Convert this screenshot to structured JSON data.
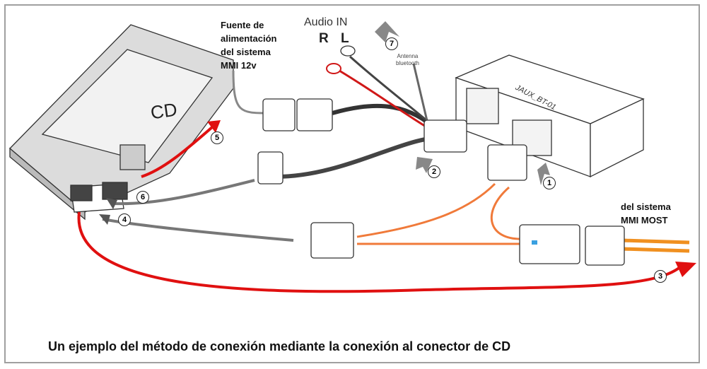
{
  "labels": {
    "power_source": [
      "Fuente de",
      "alimentación",
      "del sistema",
      "MMI 12v"
    ],
    "audio_in": "Audio IN",
    "audio_r": "R",
    "audio_l": "L",
    "antenna": [
      "Antenna",
      "bluetooth"
    ],
    "cd_unit": "CD",
    "module": "JAUX_BT-01",
    "mmi_most": [
      "del sistema",
      "MMI MOST"
    ]
  },
  "steps": [
    "1",
    "2",
    "3",
    "4",
    "5",
    "6",
    "7"
  ],
  "caption": "Un ejemplo del método de conexión mediante la conexión al conector de CD",
  "colors": {
    "arrow_red": "#e01010",
    "fiber_orange": "#f07a3a",
    "cable_gray": "#555555",
    "frame": "#a0a0a0"
  }
}
